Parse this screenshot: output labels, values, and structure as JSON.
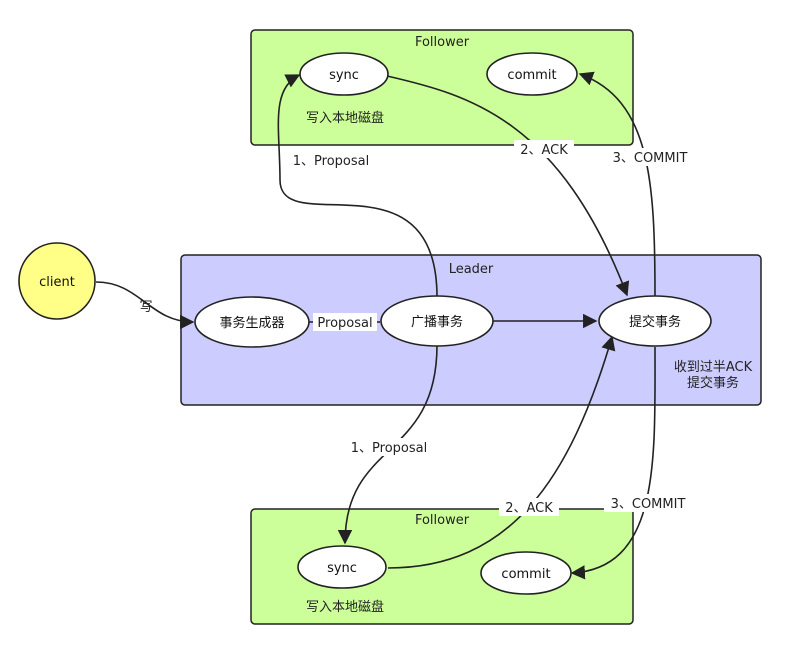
{
  "colors": {
    "follower_fill": "#ccff99",
    "leader_fill": "#ccccff",
    "client_fill": "#ffff88",
    "node_fill": "#ffffff",
    "stroke": "#222222"
  },
  "follower_top": {
    "title": "Follower",
    "sync": "sync",
    "commit": "commit",
    "note": "写入本地磁盘"
  },
  "leader": {
    "title": "Leader",
    "generator": "事务生成器",
    "generator_edge": "Proposal",
    "broadcast": "广播事务",
    "commit_tx": "提交事务",
    "note_line1": "收到过半ACK",
    "note_line2": "提交事务"
  },
  "client": {
    "label": "client",
    "edge": "写"
  },
  "follower_bottom": {
    "title": "Follower",
    "sync": "sync",
    "commit": "commit",
    "note": "写入本地磁盘"
  },
  "edges": {
    "proposal_top": "1、Proposal",
    "ack_top": "2、ACK",
    "commit_top": "3、COMMIT",
    "proposal_bottom": "1、Proposal",
    "ack_bottom": "2、ACK",
    "commit_bottom": "3、COMMIT"
  }
}
